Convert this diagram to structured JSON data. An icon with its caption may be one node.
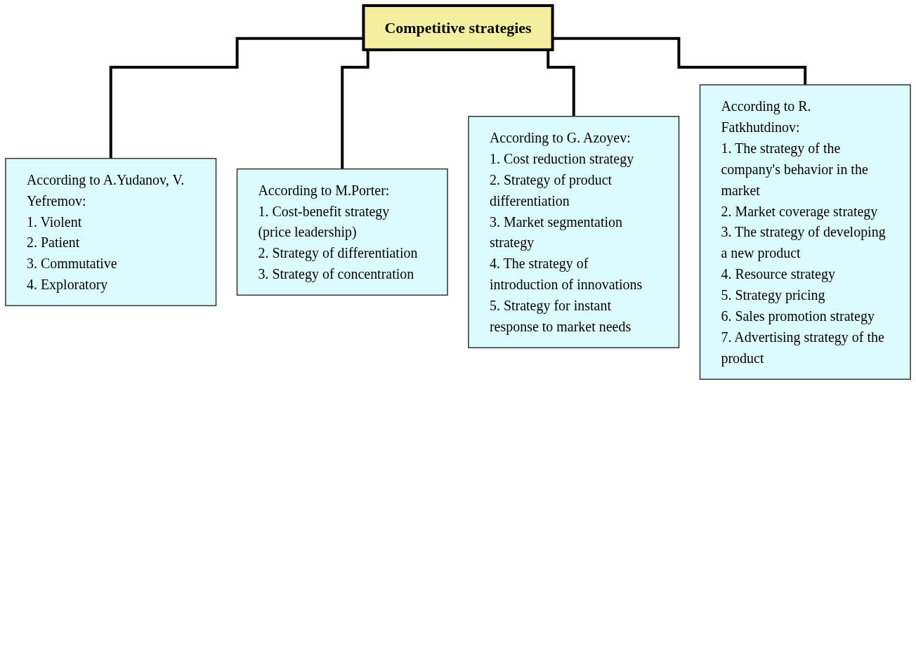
{
  "diagram": {
    "nodes": [
      {
        "text": [
          "Competitive strategies"
        ]
      },
      {
        "text": [
          "According to A.Yudanov, V. Yefremov:",
          "1. Violent",
          "2. Patient",
          "3. Commutative",
          "4. Exploratory"
        ]
      },
      {
        "text": [
          "According to M.Porter:",
          "1. Cost-benefit strategy (price leadership)",
          "2. Strategy of differentiation",
          "3. Strategy of concentration"
        ]
      },
      {
        "text": [
          "According to G. Azoyev:",
          "1. Cost reduction strategy",
          "2. Strategy of product differentiation",
          "3. Market segmentation strategy",
          "4. The strategy of introduction of innovations",
          "5. Strategy for instant response to market needs"
        ]
      },
      {
        "text": [
          "According to R. Fatkhutdinov:",
          "1. The strategy of the company's behavior in the market",
          "2. Market coverage strategy",
          "3. The strategy of developing a new product",
          "4. Resource strategy",
          "5. Strategy pricing",
          "6. Sales promotion strategy",
          "7. Advertising strategy of the product"
        ]
      }
    ],
    "edges": [
      {
        "from": 0,
        "to": 1,
        "arrow": "none"
      },
      {
        "from": 0,
        "to": 2,
        "arrow": "none"
      },
      {
        "from": 0,
        "to": 3,
        "arrow": "none"
      },
      {
        "from": 0,
        "to": 4,
        "arrow": "none"
      }
    ]
  }
}
